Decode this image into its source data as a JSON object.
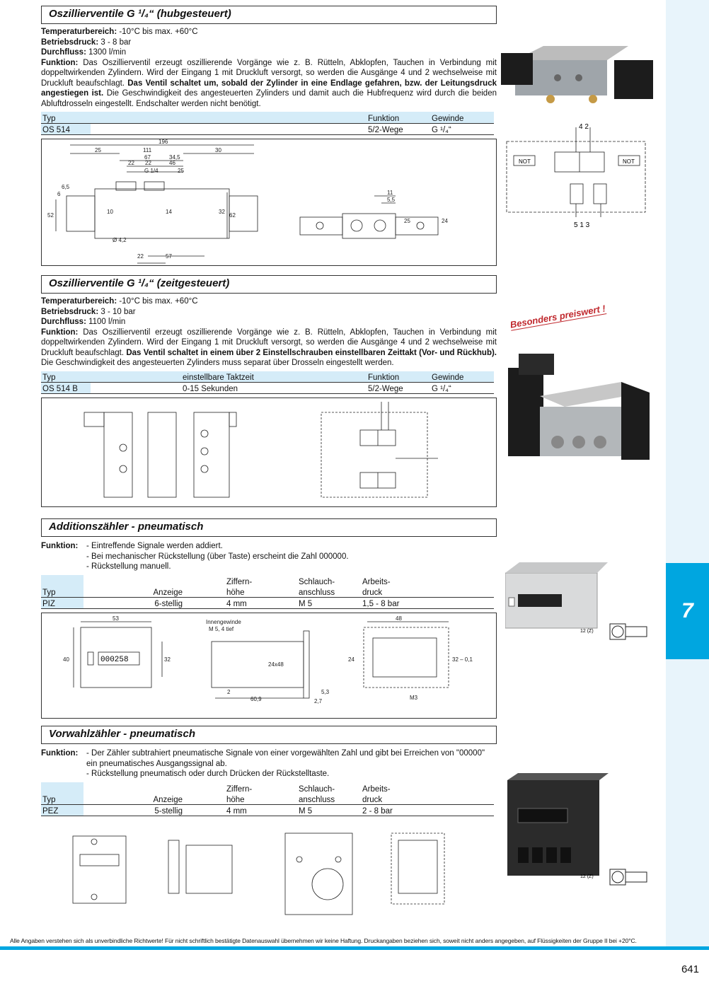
{
  "sections": [
    {
      "title": "Oszillierventile G ¹/₄“ (hubgesteuert)",
      "temp_label": "Temperaturbereich:",
      "temp_value": " -10°C bis max. +60°C",
      "pressure_label": "Betriebsdruck:",
      "pressure_value": " 3 - 8 bar",
      "flow_label": "Durchfluss:",
      "flow_value": " 1300 l/min",
      "function_label": "Funktion:",
      "function_text": " Das Oszillierventil erzeugt oszillierende Vorgänge wie z. B. Rütteln, Abklopfen, Tauchen in Verbindung mit doppeltwirkenden Zylindern. Wird der Eingang 1 mit Druckluft versorgt, so werden die Ausgänge 4 und 2 wechselweise mit Druckluft beaufschlagt. ",
      "function_bold": "Das Ventil schaltet um, sobald der Zylinder in eine Endlage gefahren, bzw. der Leitungsdruck angestiegen ist.",
      "function_tail": " Die Geschwindigkeit des angesteuerten Zylinders und damit auch die Hubfrequenz wird durch die beiden Abluftdrosseln eingestellt. Endschalter werden nicht benötigt.",
      "table": {
        "headers": [
          "Typ",
          "",
          "Funktion",
          "Gewinde"
        ],
        "row": [
          "OS 514",
          "",
          "5/2-Wege",
          "G ¹/₄“"
        ]
      }
    },
    {
      "title": "Oszillierventile G ¹/₄“ (zeitgesteuert)",
      "temp_label": "Temperaturbereich:",
      "temp_value": " -10°C bis max. +60°C",
      "pressure_label": "Betriebsdruck:",
      "pressure_value": " 3 - 10 bar",
      "flow_label": "Durchfluss:",
      "flow_value": " 1100 l/min",
      "function_label": "Funktion:",
      "function_text": " Das Oszillierventil erzeugt oszillierende Vorgänge wie z. B. Rütteln, Abklopfen, Tauchen in Verbindung mit doppeltwirkenden Zylindern. Wird der Eingang 1 mit Druckluft versorgt, so werden die Ausgänge 4 und 2 wechselweise mit Druckluft beaufschlagt. ",
      "function_bold": "Das Ventil schaltet in einem über 2 Einstellschrauben einstellbaren Zeittakt (Vor- und Rückhub).",
      "function_tail": " Die Geschwindigkeit des angesteuerten Zylinders muss separat über Drosseln eingestellt werden.",
      "table": {
        "headers": [
          "Typ",
          "einstellbare Taktzeit",
          "Funktion",
          "Gewinde"
        ],
        "row": [
          "OS 514 B",
          "0-15 Sekunden",
          "5/2-Wege",
          "G ¹/₄“"
        ]
      }
    },
    {
      "title": "Additionszähler - pneumatisch",
      "function_label": "Funktion:",
      "items": [
        "- Eintreffende Signale werden addiert.",
        "- Bei mechanischer Rückstellung (über Taste) erscheint die Zahl 000000.",
        "- Rückstellung manuell."
      ],
      "table": {
        "headers_top": [
          "",
          "",
          "Ziffern-",
          "Schlauch-",
          "Arbeits-"
        ],
        "headers": [
          "Typ",
          "Anzeige",
          "höhe",
          "anschluss",
          "druck"
        ],
        "row": [
          "PIZ",
          "6-stellig",
          "4 mm",
          "M 5",
          "1,5 - 8 bar"
        ]
      },
      "drawing": {
        "counter_display": "000258",
        "dims": [
          "53",
          "40",
          "32",
          "Innengewinde",
          "M 5, 4 tief",
          "24x48",
          "2",
          "60,9",
          "5,3",
          "2,7",
          "48",
          "24",
          "32 – 0,1",
          "M3"
        ]
      }
    },
    {
      "title": "Vorwahlzähler - pneumatisch",
      "function_label": "Funktion:",
      "items": [
        "- Der Zähler subtrahiert pneumatische Signale von einer vorgewählten Zahl und gibt bei Erreichen von \"00000\" ein pneumatisches Ausgangssignal ab.",
        "- Rückstellung pneumatisch oder durch Drücken der Rückstelltaste."
      ],
      "table": {
        "headers_top": [
          "",
          "",
          "Ziffern-",
          "Schlauch-",
          "Arbeits-"
        ],
        "headers": [
          "Typ",
          "Anzeige",
          "höhe",
          "anschluss",
          "druck"
        ],
        "row": [
          "PEZ",
          "5-stellig",
          "4 mm",
          "M 5",
          "2 - 8 bar"
        ]
      }
    }
  ],
  "promo": "Besonders preiswert !",
  "chapter": "7",
  "footer": "Alle Angaben verstehen sich als unverbindliche Richtwerte! Für nicht schriftlich bestätigte Datenauswahl übernehmen wir keine Haftung. Druckangaben beziehen sich, soweit nicht anders angegeben, auf Flüssigkeiten der Gruppe II bei +20°C.",
  "page_number": "641",
  "symbol_labels": {
    "not_left": "NOT",
    "not_right": "NOT",
    "ports_top": "4  2",
    "ports_bottom": "5  1  3",
    "counter_port": "12 (Z)"
  },
  "dims_os514": [
    "196",
    "25",
    "111",
    "30",
    "67",
    "34,5",
    "22",
    "22",
    "46",
    "G 1/4",
    "25",
    "6,5",
    "52",
    "6",
    "62",
    "Ø 4,2",
    "22",
    "57",
    "11",
    "5,5",
    "25",
    "24",
    "10",
    "32",
    "14"
  ]
}
